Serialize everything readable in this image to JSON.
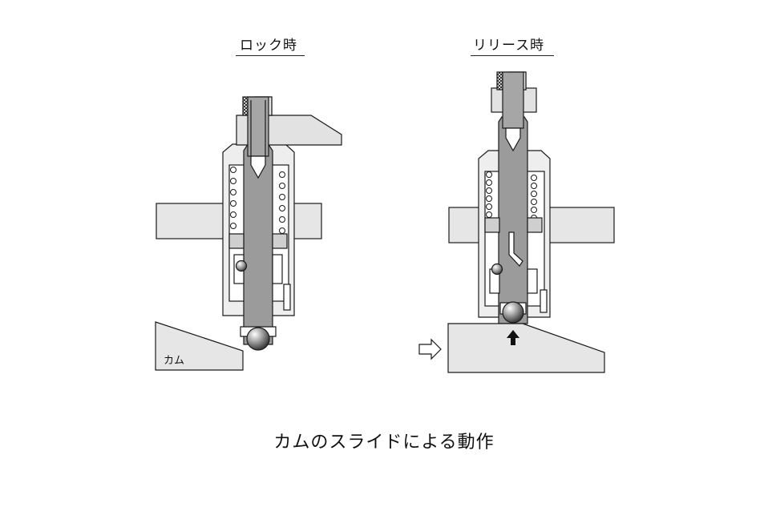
{
  "panels": {
    "lock": {
      "title": "ロック時"
    },
    "release": {
      "title": "リリース時"
    }
  },
  "cam_label": "カム",
  "caption": "カムのスライドによる動作",
  "colors": {
    "steel": "#9b9b9b",
    "body": "#e9e9e9",
    "plate": "#e6e6e6",
    "outline": "#1a1a1a"
  },
  "icons": {
    "push_arrow": "arrow-right-outline-icon",
    "up_arrow": "arrow-up-solid-icon"
  }
}
